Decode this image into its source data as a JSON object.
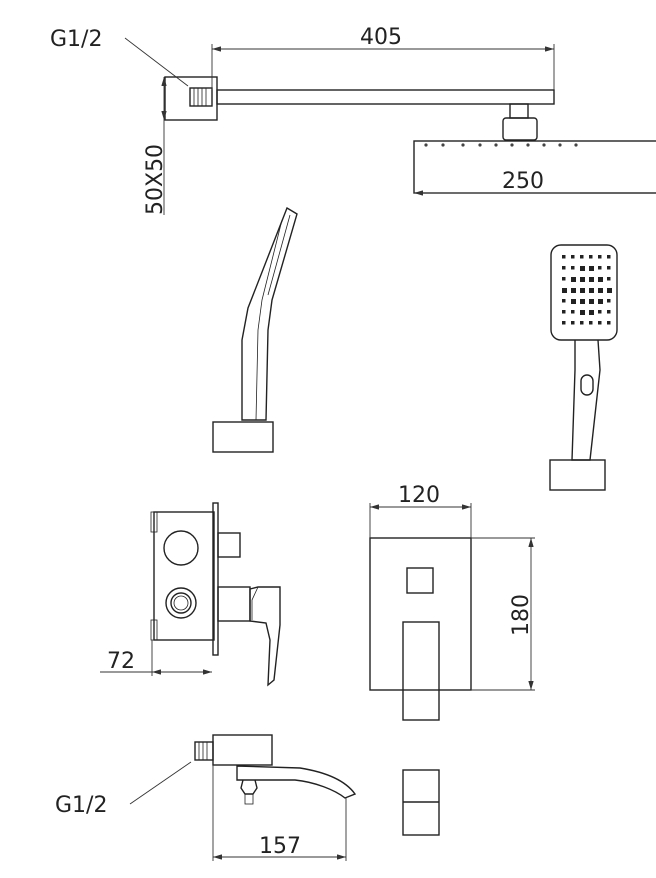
{
  "labels": {
    "thread_top": "G1/2",
    "arm_length": "405",
    "arm_section": "50X50",
    "head_width": "250",
    "plate_width": "120",
    "plate_height": "180",
    "valve_depth": "72",
    "thread_bottom": "G1/2",
    "spout_length": "157"
  }
}
